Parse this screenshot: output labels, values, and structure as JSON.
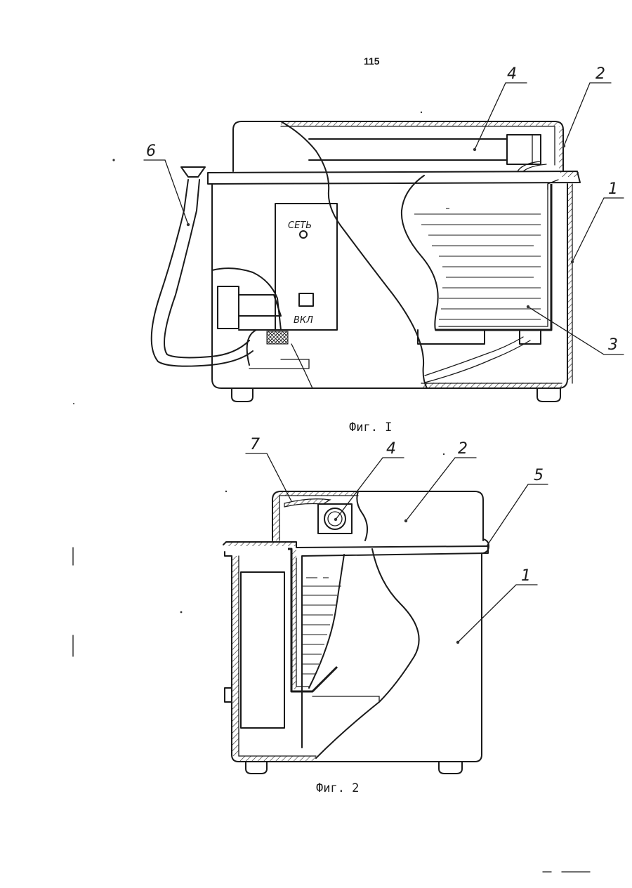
{
  "page_number": "115",
  "figure1": {
    "caption": "Фиг. I",
    "labels": [
      "1",
      "2",
      "3",
      "4",
      "6"
    ],
    "panel_power_label": "СЕТЬ",
    "panel_switch_label": "ВКЛ"
  },
  "figure2": {
    "caption": "Фиг. 2",
    "labels": [
      "1",
      "2",
      "4",
      "5",
      "7"
    ]
  },
  "colors": {
    "ink": "#1a1a1a",
    "paper": "#ffffff"
  }
}
